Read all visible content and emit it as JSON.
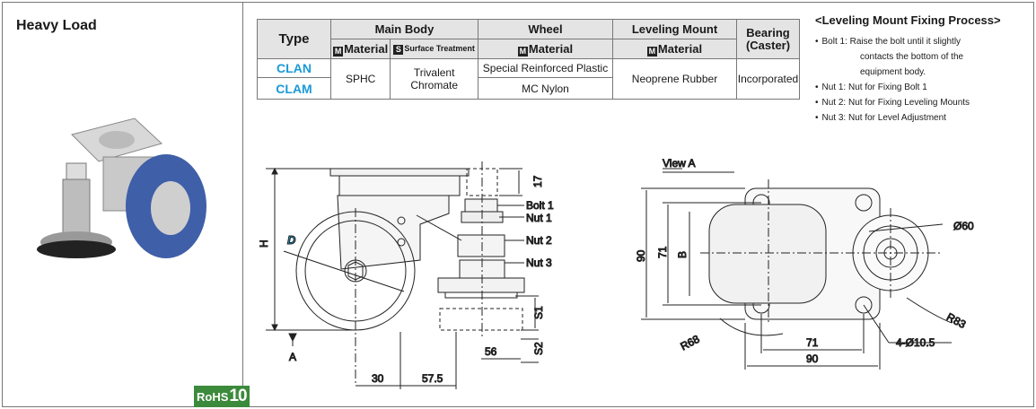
{
  "panel": {
    "title": "Heavy Load",
    "rohs_prefix": "RoHS",
    "rohs_number": "10"
  },
  "table": {
    "header": {
      "type": "Type",
      "main_body": "Main Body",
      "wheel": "Wheel",
      "leveling_mount": "Leveling Mount",
      "bearing": "Bearing",
      "bearing_sub": "(Caster)",
      "m_badge": "M",
      "s_badge": "S",
      "material": "Material",
      "surface_treatment": "Surface Treatment"
    },
    "rows": [
      {
        "type": "CLAN",
        "wheel_material": "Special Reinforced Plastic"
      },
      {
        "type": "CLAM",
        "wheel_material": "MC Nylon"
      }
    ],
    "shared": {
      "main_material": "SPHC",
      "surface_l1": "Trivalent",
      "surface_l2": "Chromate",
      "leveling_material": "Neoprene Rubber",
      "bearing": "Incorporated"
    }
  },
  "process": {
    "title": "<Leveling Mount Fixing Process>",
    "b1": "Bolt 1: Raise the bolt until it slightly",
    "b1_l2": "contacts the bottom of the",
    "b1_l3": "equipment body.",
    "n1": "Nut 1: Nut for Fixing Bolt 1",
    "n2": "Nut 2: Nut for Fixing Leveling Mounts",
    "n3": "Nut 3: Nut for Level Adjustment"
  },
  "drawing": {
    "side": {
      "dim_17": "17",
      "bolt1": "Bolt 1",
      "nut1": "Nut 1",
      "nut2": "Nut 2",
      "nut3": "Nut 3",
      "h": "H",
      "d": "D",
      "a": "A",
      "s1": "S1",
      "s2": "S2",
      "dim_56": "56",
      "dim_30": "30",
      "dim_57_5": "57.5"
    },
    "view_a": {
      "title": "View A",
      "dim_90v": "90",
      "dim_71v": "71",
      "b": "B",
      "dia60": "Ø60",
      "r68": "R68",
      "r83": "R83",
      "dim_71h": "71",
      "dim_90h": "90",
      "holes": "4-Ø10.5"
    }
  }
}
